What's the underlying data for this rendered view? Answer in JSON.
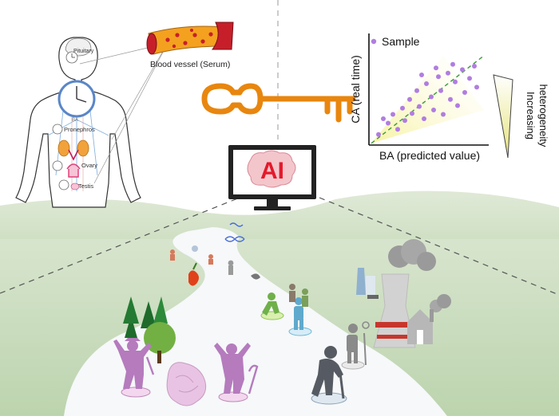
{
  "labels": {
    "pituitary": "Pituitary",
    "ba_body": "BA",
    "pronephros": "Pronephros",
    "ovary": "Ovary",
    "testis": "Testis",
    "blood_vessel": "Blood vessel (Serum)",
    "ai": "AI",
    "heterogeneity_line1": "Increasing",
    "heterogeneity_line2": "heterogeneity"
  },
  "chart_data": {
    "type": "scatter",
    "title": "",
    "xlabel": "BA (predicted value)",
    "ylabel": "CA (real time)",
    "legend": [
      "Sample"
    ],
    "series": [
      {
        "name": "Sample",
        "points": [
          [
            0.08,
            0.12
          ],
          [
            0.12,
            0.3
          ],
          [
            0.16,
            0.25
          ],
          [
            0.2,
            0.35
          ],
          [
            0.24,
            0.18
          ],
          [
            0.28,
            0.42
          ],
          [
            0.3,
            0.28
          ],
          [
            0.34,
            0.52
          ],
          [
            0.36,
            0.36
          ],
          [
            0.4,
            0.62
          ],
          [
            0.42,
            0.44
          ],
          [
            0.46,
            0.3
          ],
          [
            0.48,
            0.7
          ],
          [
            0.52,
            0.55
          ],
          [
            0.54,
            0.4
          ],
          [
            0.58,
            0.78
          ],
          [
            0.6,
            0.62
          ],
          [
            0.62,
            0.35
          ],
          [
            0.66,
            0.82
          ],
          [
            0.68,
            0.52
          ],
          [
            0.72,
            0.72
          ],
          [
            0.74,
            0.45
          ],
          [
            0.78,
            0.86
          ],
          [
            0.8,
            0.6
          ],
          [
            0.84,
            0.76
          ],
          [
            0.88,
            0.9
          ],
          [
            0.9,
            0.66
          ],
          [
            0.56,
            0.88
          ],
          [
            0.7,
            0.92
          ],
          [
            0.44,
            0.8
          ]
        ]
      }
    ],
    "colors": {
      "points": "#b07de0",
      "trend": "#3a9a3a",
      "cone": "#f4f09a"
    }
  },
  "colors": {
    "key": "#e8860e",
    "ai_text": "#e4192b",
    "grass": "#cfe0c2",
    "path": "#f5f7f9",
    "pink_person": "#b57bbd",
    "elder": "#565b63"
  }
}
